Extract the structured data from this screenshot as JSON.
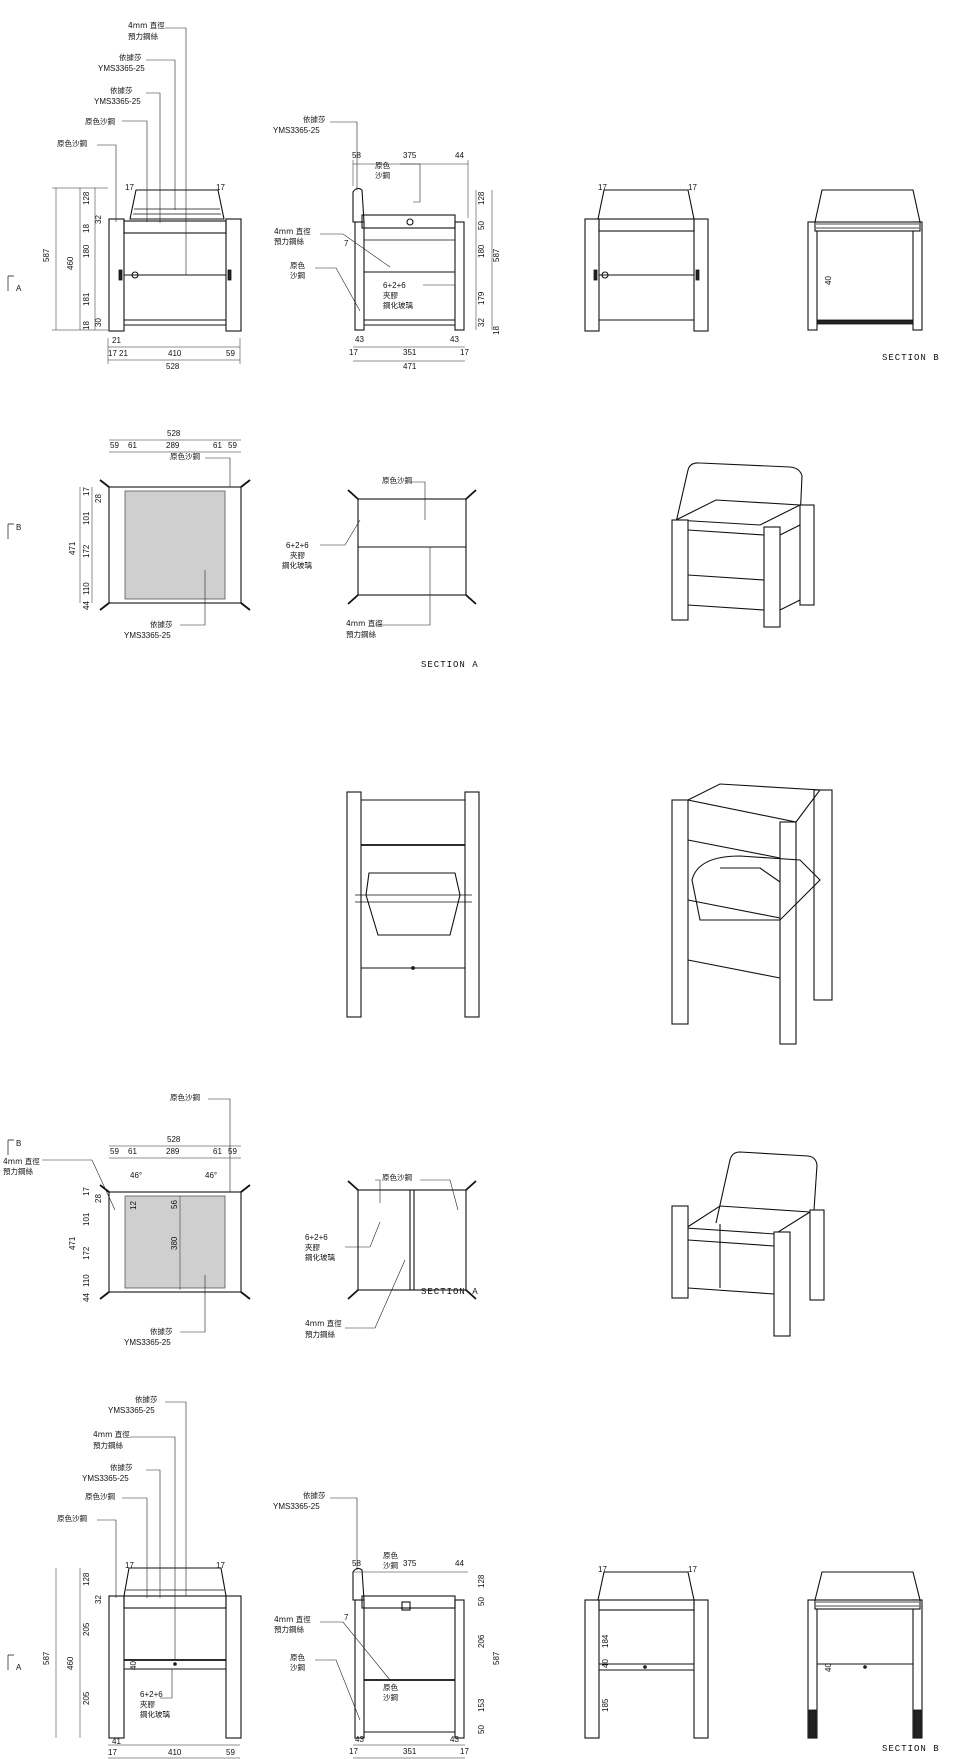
{
  "labels": {
    "cushion_a": "依據莎",
    "cushion_b": "YMS3365-25",
    "steel_rod_a": "4mm 直徑",
    "steel_rod_b": "預力鋼絲",
    "raw_steel": "原色沙鋼",
    "raw_a": "原色",
    "raw_b": "沙鋼",
    "glass_a": "6+2+6",
    "glass_b": "夾膠",
    "glass_c": "鋼化玻璃"
  },
  "sections": {
    "a_marker": "A",
    "b_marker": "B",
    "section_a": "SECTION A",
    "section_b": "SECTION B"
  },
  "dims": {
    "d587": "587",
    "d460": "460",
    "d128": "128",
    "d32": "32",
    "d18": "18",
    "d180": "180",
    "d181": "181",
    "d30": "30",
    "d17": "17",
    "d21": "21",
    "d410": "410",
    "d59": "59",
    "d528": "528",
    "d58": "58",
    "d375": "375",
    "d44": "44",
    "d7": "7",
    "d43": "43",
    "d351": "351",
    "d471": "471",
    "d50": "50",
    "d179": "179",
    "d40": "40",
    "d61": "61",
    "d289": "289",
    "d28": "28",
    "d101": "101",
    "d172": "172",
    "d110": "110",
    "d46": "46°",
    "d12": "12",
    "d56": "56",
    "d380": "380",
    "d205": "205",
    "d41": "41",
    "d206": "206",
    "d153": "153",
    "d184": "184",
    "d185": "185"
  }
}
